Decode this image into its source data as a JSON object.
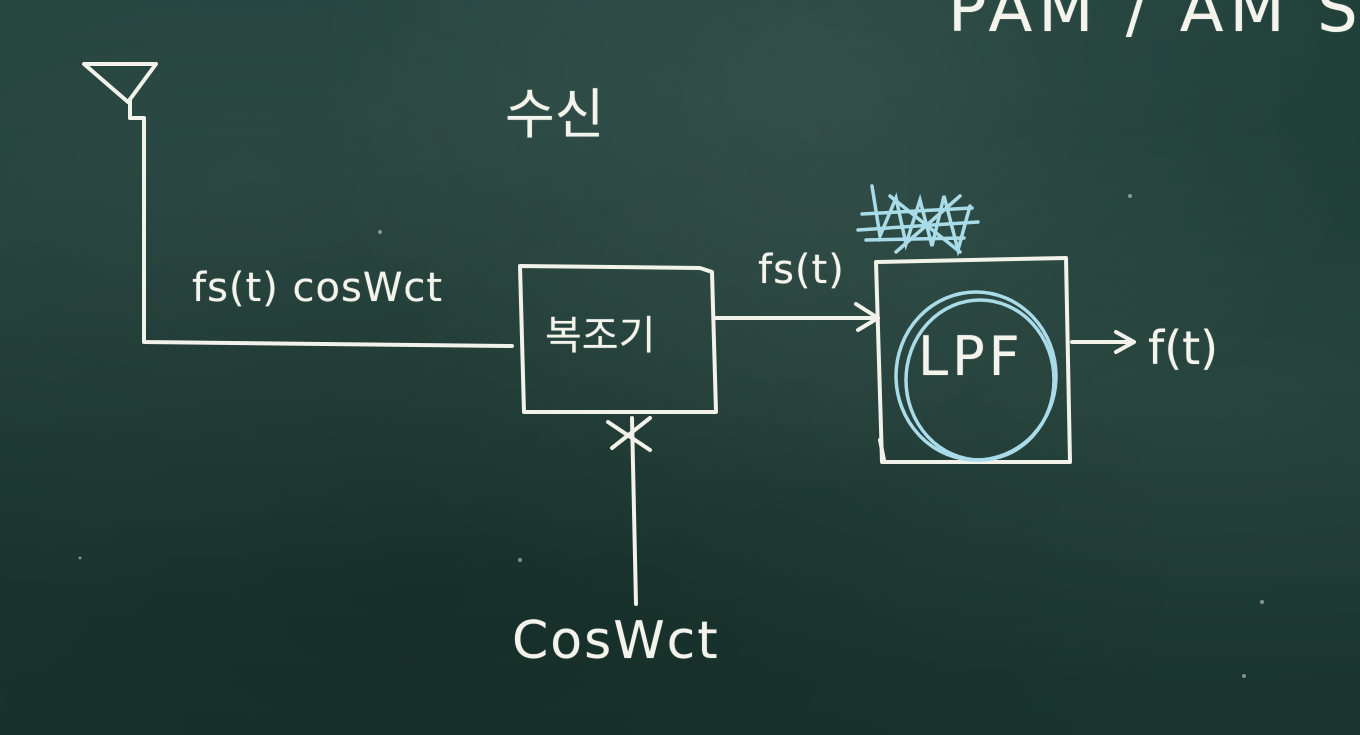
{
  "board": {
    "top_right_text": "PAM / AM Sy",
    "title": "수신",
    "input_signal": "fs(t) cosWct",
    "demodulator_label": "복조기",
    "intermediate_signal": "fs(t)",
    "filter_label": "LPF",
    "output_signal": "f(t)",
    "carrier_signal": "CosWct"
  },
  "colors": {
    "board": "#1f3a33",
    "chalk": "#f2f2ea",
    "blue_chalk": "#a9dce8"
  }
}
